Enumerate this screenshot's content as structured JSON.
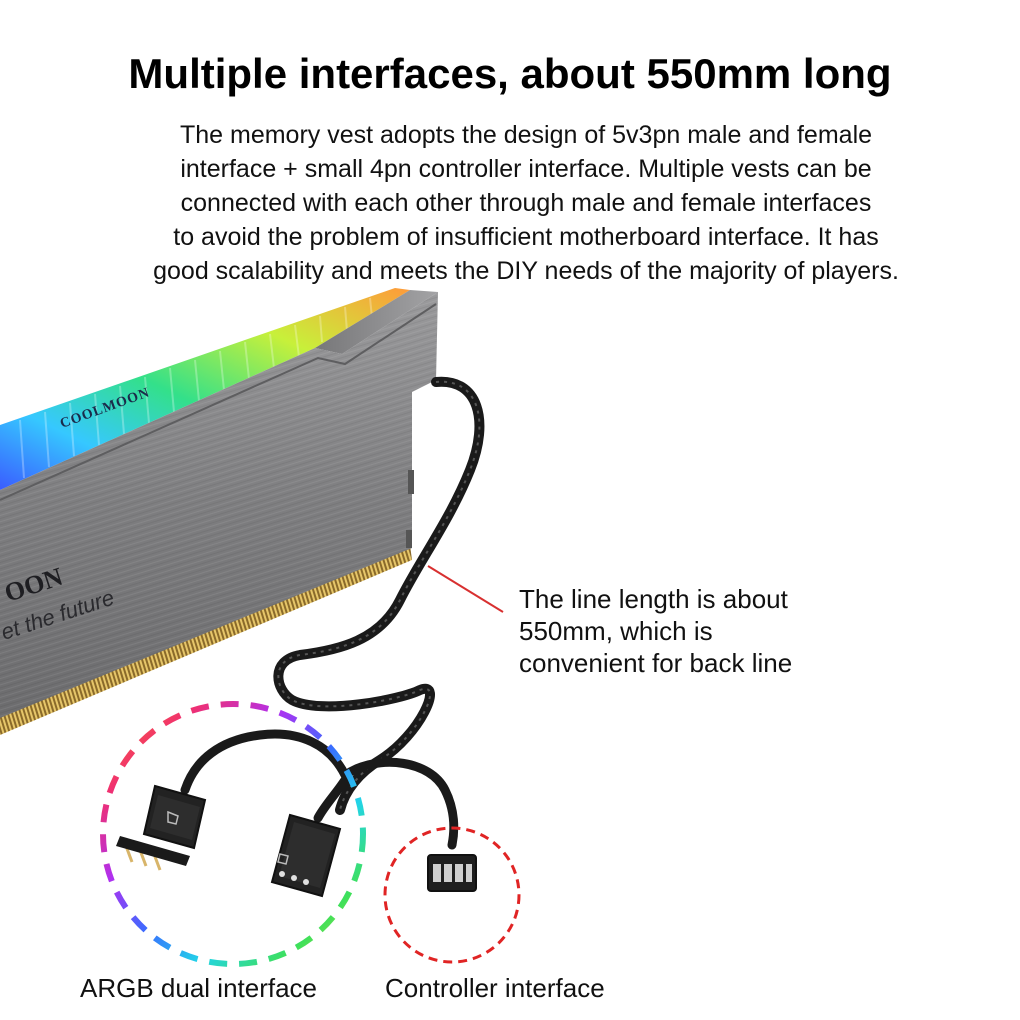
{
  "title": "Multiple interfaces, about 550mm long",
  "description": {
    "lines": [
      "The memory vest adopts the design of 5v3pn male and female",
      "interface + small 4pn controller interface. Multiple vests can be",
      "connected with each other through male and female interfaces",
      "to avoid the problem of insufficient motherboard interface. It has",
      "good scalability and meets the DIY needs of the majority of players."
    ]
  },
  "product": {
    "brand_on_light_bar": "COOLMOON",
    "brand_on_body": "OON",
    "slogan_on_body": "et the future"
  },
  "callout": {
    "lines": [
      "The line length is about",
      "550mm, which is",
      "convenient for back line"
    ]
  },
  "labels": {
    "argb": "ARGB dual interface",
    "controller": "Controller interface"
  },
  "colors": {
    "callout_line": "#d83030",
    "controller_circle": "#e02424",
    "heatsink": "#8a8a8c",
    "cable": "#1a1a1a"
  }
}
